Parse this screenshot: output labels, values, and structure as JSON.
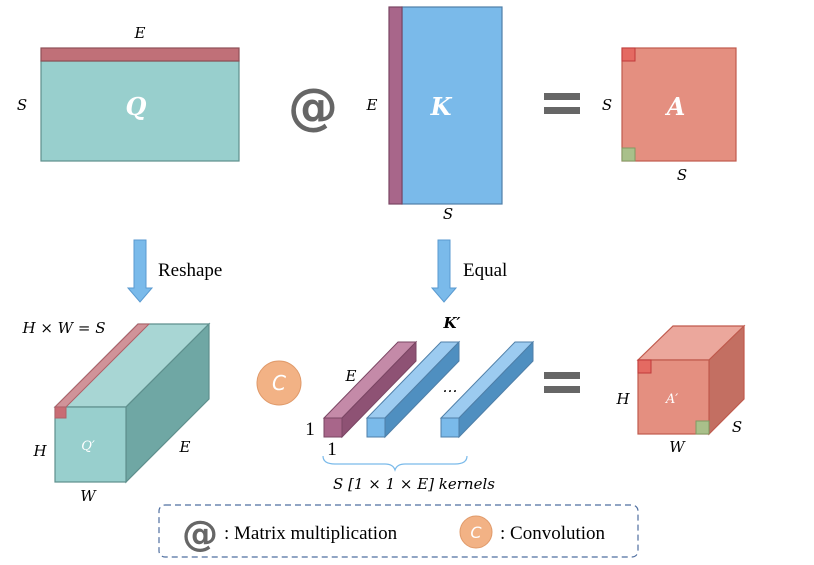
{
  "top_row": {
    "q": {
      "label": "Q",
      "width_label": "E",
      "height_label": "S"
    },
    "op": "@",
    "k": {
      "label": "K",
      "height_label": "E",
      "width_label": "S"
    },
    "a": {
      "label": "A",
      "height_label": "S",
      "width_label": "S"
    }
  },
  "arrows": {
    "left": "Reshape",
    "right": "Equal"
  },
  "bottom_row": {
    "q_prime": {
      "label": "Q′",
      "top_label": "H × W = S",
      "height_label": "H",
      "width_label": "W",
      "depth_label": "E"
    },
    "conv_symbol": "C",
    "kernels": {
      "title": "K′",
      "depth_label": "E",
      "side_label": "1",
      "bottom_label": "1",
      "ellipsis": "…",
      "caption": "S [1 × 1 × E] kernels"
    },
    "a_prime": {
      "label": "A′",
      "height_label": "H",
      "width_label": "W",
      "depth_label": "S"
    }
  },
  "legend": {
    "matmul_symbol": "@",
    "matmul_text": ": Matrix multiplication",
    "conv_symbol": "C",
    "conv_text": ": Convolution"
  },
  "colors": {
    "teal": "#98CFCD",
    "teal_side": "#6FA7A4",
    "teal_edge": "#5E8F8D",
    "mauve": "#A8668A",
    "blue": "#7ABAEA",
    "blue_side": "#4F8FC0",
    "coral": "#E48F80",
    "coral_side": "#C36F62",
    "coral_edge": "#C05A4D",
    "orange": "#F2B285",
    "gray": "#666666"
  }
}
